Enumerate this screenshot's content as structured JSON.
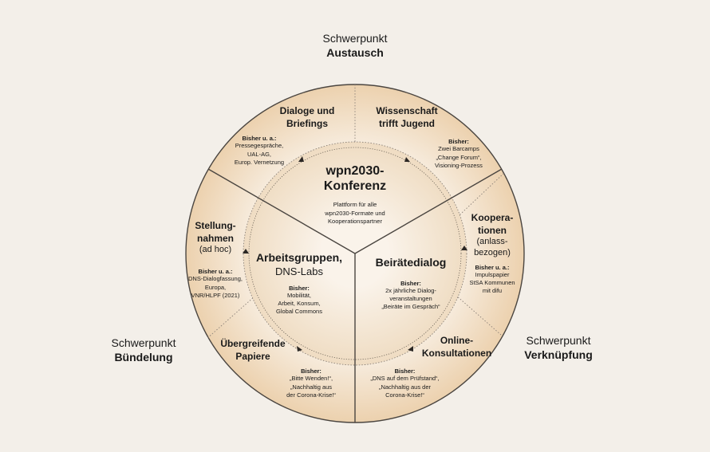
{
  "focus": {
    "austausch": {
      "pre": "Schwerpunkt",
      "name": "Austausch"
    },
    "buendelung": {
      "pre": "Schwerpunkt",
      "name": "Bündelung"
    },
    "verknuepfung": {
      "pre": "Schwerpunkt",
      "name": "Verknüpfung"
    }
  },
  "center": {
    "title": "wpn2030-\nKonferenz",
    "desc": "Plattform für alle\nwpn2030-Formate und\nKooperationspartner"
  },
  "inner_left": {
    "title": "Arbeitsgruppen,",
    "subtitle": "DNS-Labs",
    "prefix": "Bisher:",
    "items": "Mobilität,\nArbeit, Konsum,\nGlobal Commons"
  },
  "inner_right": {
    "title": "Beirätedialog",
    "prefix": "Bisher:",
    "items": "2x jährliche Dialog-\nveranstaltungen\n„Beiräte im Gespräch“"
  },
  "outer": {
    "dialoge": {
      "title": "Dialoge und\nBriefings",
      "prefix": "Bisher u. a.:",
      "items": "Pressegespräche,\nUAL-AG,\nEurop. Vernetzung"
    },
    "wissenschaft": {
      "title": "Wissenschaft\ntrifft Jugend",
      "prefix": "Bisher:",
      "items": "Zwei Barcamps\n„Change Forum“,\nVisioning-Prozess"
    },
    "kooperationen": {
      "title": "Koopera-\ntionen",
      "subtitle": "(anlass-\nbezogen)",
      "prefix": "Bisher u. a.:",
      "items": "Impulspapier\nStSA Kommunen\nmit difu"
    },
    "online": {
      "title": "Online-\nKonsultationen",
      "prefix": "Bisher:",
      "items": "„DNS auf dem Prüfstand“,\n„Nachhaltig aus der\nCorona-Krise!“"
    },
    "papiere": {
      "title": "Übergreifende\nPapiere",
      "prefix": "Bisher:",
      "items": "„Bitte Wenden!“,\n„Nachhaltig aus\nder Corona-Krise!“"
    },
    "stellung": {
      "title": "Stellung-\nnahmen",
      "subtitle": "(ad hoc)",
      "prefix": "Bisher u. a.:",
      "items": "DNS-Dialogfassung,\nEuropa,\nVNR/HLPF (2021)"
    }
  },
  "colors": {
    "background": "#f3efe9",
    "outer_light": "#f6ece0",
    "outer_dark": "#e8c9a4",
    "inner_light": "#f9f1e6",
    "inner_dark": "#ecd5b6",
    "lines": "#6b6258"
  }
}
